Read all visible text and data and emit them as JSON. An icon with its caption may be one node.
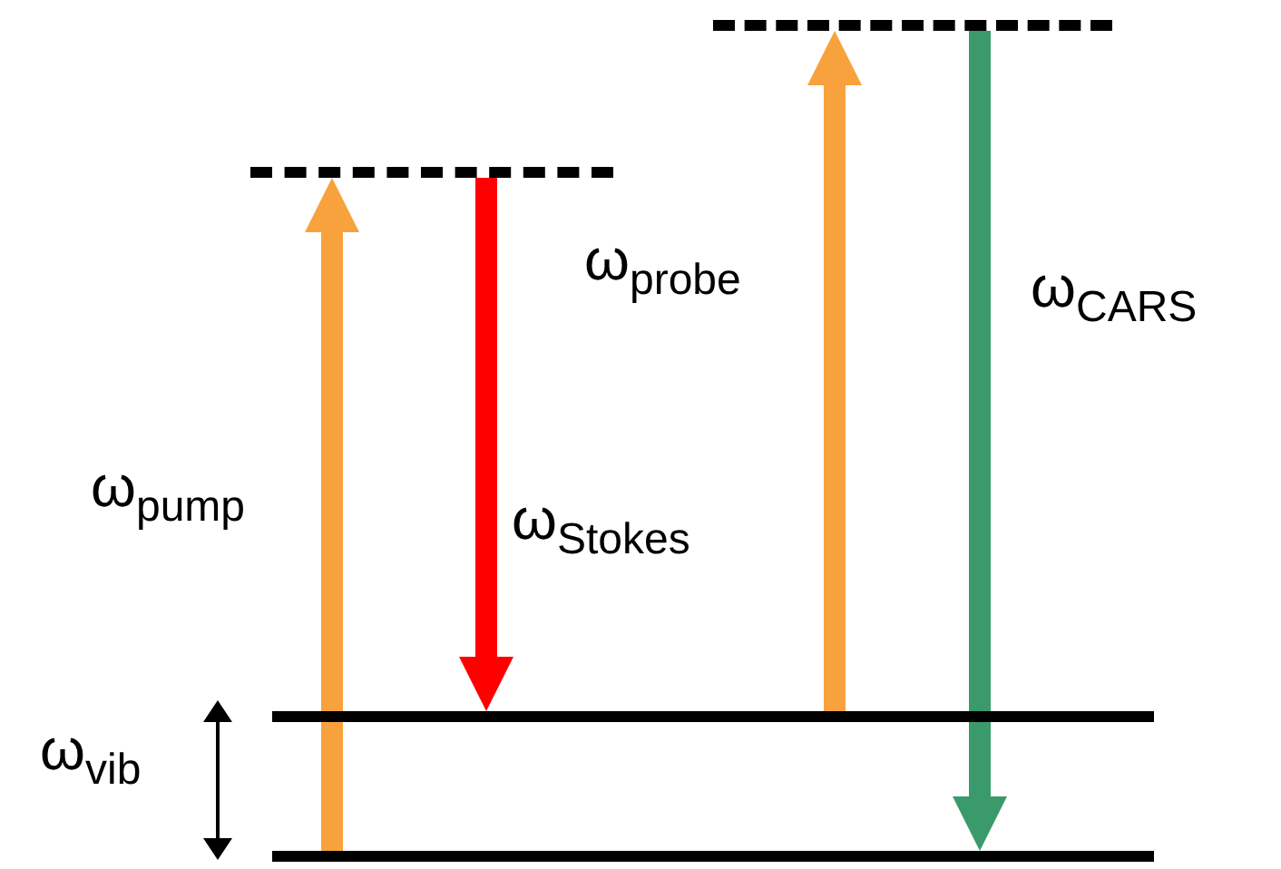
{
  "diagram": {
    "nodes": [
      {
        "text": [],
        "shape": "bar"
      },
      {
        "text": [],
        "shape": "bar"
      },
      {
        "text": [],
        "shape": "bar"
      },
      {
        "text": [],
        "shape": "bar"
      }
    ],
    "edges": [
      {
        "from": 3,
        "to": 1,
        "arrow": "to",
        "label": "ω$_{pump}$",
        "color": "#f7a23c"
      },
      {
        "from": 1,
        "to": 2,
        "arrow": "to",
        "label": "ω$_{Stokes}$",
        "color": "#ff0000"
      },
      {
        "from": 2,
        "to": 0,
        "arrow": "to",
        "label": "ω$_{probe}$",
        "color": "#f7a23c"
      },
      {
        "from": 0,
        "to": 3,
        "arrow": "to",
        "label": "ω$_{CARS}$",
        "color": "#3a9a6c"
      }
    ],
    "labels": [
      "ω$_{vib}$"
    ]
  }
}
